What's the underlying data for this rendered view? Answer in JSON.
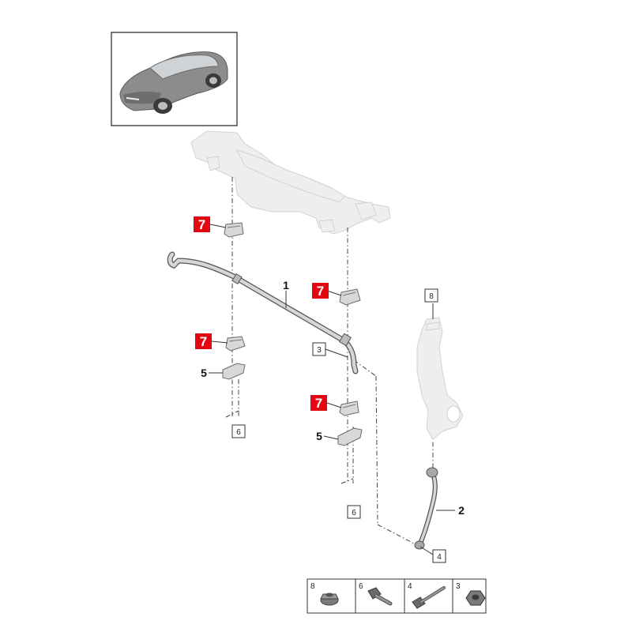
{
  "callouts": {
    "c1": "1",
    "c2": "2",
    "c3": "3",
    "c4": "4",
    "c5a": "5",
    "c5b": "5",
    "c6a": "6",
    "c6b": "6",
    "c7a": "7",
    "c7b": "7",
    "c7c": "7",
    "c7d": "7",
    "c8": "8"
  },
  "legend": {
    "items": [
      {
        "label": "8",
        "icon": "flange-nut-icon"
      },
      {
        "label": "6",
        "icon": "short-bolt-icon"
      },
      {
        "label": "4",
        "icon": "long-bolt-icon"
      },
      {
        "label": "3",
        "icon": "hex-nut-icon"
      }
    ]
  },
  "colors": {
    "highlight": "#e30613",
    "line": "#444444",
    "ghost": "#eeeeee"
  }
}
